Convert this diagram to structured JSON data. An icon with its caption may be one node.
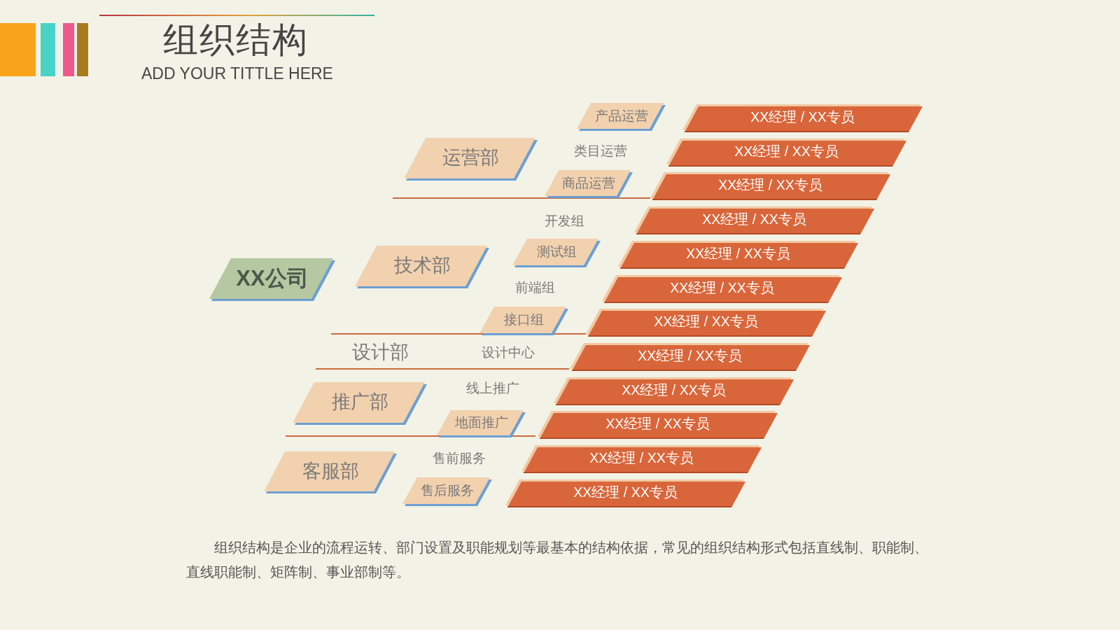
{
  "diagram": {
    "title": "组织结构",
    "nodes": [
      {
        "text": [
          "XX公司"
        ]
      },
      {
        "text": [
          "运营部"
        ]
      },
      {
        "text": [
          "技术部"
        ]
      },
      {
        "text": [
          "推广部"
        ]
      },
      {
        "text": [
          "客服部"
        ]
      },
      {
        "text": [
          "产品运营"
        ]
      },
      {
        "text": [
          "商品运营"
        ]
      },
      {
        "text": [
          "测试组"
        ]
      },
      {
        "text": [
          "接口组"
        ]
      },
      {
        "text": [
          "地面推广"
        ]
      },
      {
        "text": [
          "售后服务"
        ]
      },
      {
        "text": [
          "XX经理 / XX专员"
        ]
      },
      {
        "text": [
          "XX经理 / XX专员"
        ]
      },
      {
        "text": [
          "XX经理 / XX专员"
        ]
      },
      {
        "text": [
          "XX经理 / XX专员"
        ]
      },
      {
        "text": [
          "XX经理 / XX专员"
        ]
      },
      {
        "text": [
          "XX经理 / XX专员"
        ]
      },
      {
        "text": [
          "XX经理 / XX专员"
        ]
      },
      {
        "text": [
          "XX经理 / XX专员"
        ]
      },
      {
        "text": [
          "XX经理 / XX专员"
        ]
      },
      {
        "text": [
          "XX经理 / XX专员"
        ]
      },
      {
        "text": [
          "XX经理 / XX专员"
        ]
      },
      {
        "text": [
          "XX经理 / XX专员"
        ]
      }
    ],
    "labels": [
      "ADD YOUR TITTLE HERE",
      "类目运营",
      "开发组",
      "前端组",
      "设计部",
      "设计中心",
      "线上推广",
      "售前服务"
    ],
    "caption": "组织结构是企业的流程运转、部门设置及职能规划等最基本的结构依据，常见的组织结构形式包括直线制、职能制、直线职能制、矩阵制、事业部制等。"
  }
}
